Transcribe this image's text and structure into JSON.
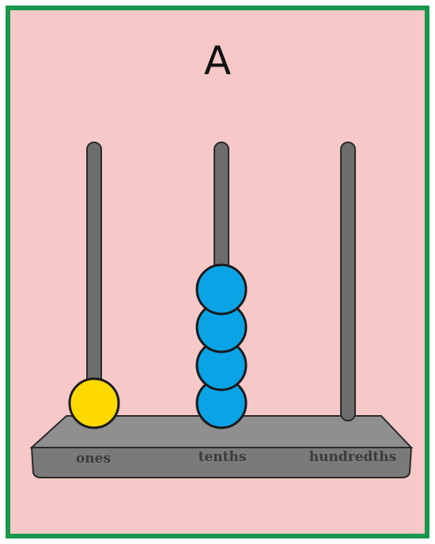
{
  "card": {
    "label": "A",
    "border_color": "#17984a",
    "background_color": "#f6c8c8"
  },
  "abacus": {
    "columns": [
      {
        "label": "ones",
        "beads": 1,
        "bead_color": "#ffd900"
      },
      {
        "label": "tenths",
        "beads": 4,
        "bead_color": "#0aa3e6"
      },
      {
        "label": "hundredths",
        "beads": 0,
        "bead_color": "#0aa3e6"
      }
    ],
    "rod_color": "#6d6d6d",
    "base_color": "#8c8c8c"
  }
}
